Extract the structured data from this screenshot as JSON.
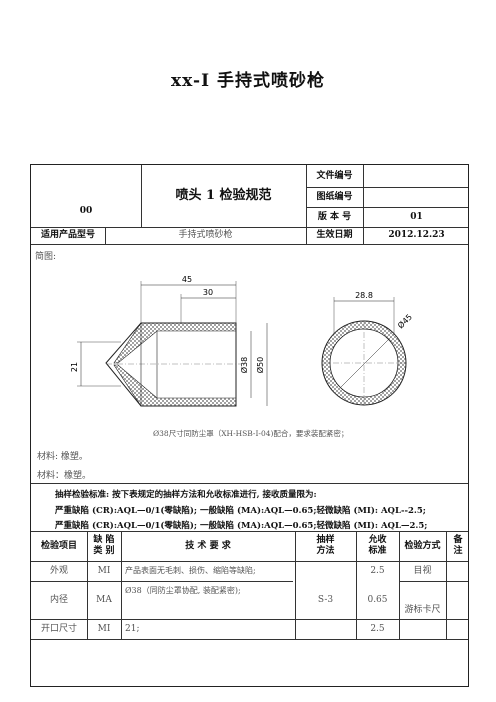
{
  "title": "xx-I 手持式喷砂枪",
  "header": {
    "code": "00",
    "doc_title": "喷头 1 检验规范",
    "labels": {
      "file_no": "文件编号",
      "drawing_no": "图纸编号",
      "version": "版 本 号",
      "effective_date": "生效日期",
      "product_model": "适用产品型号"
    },
    "values": {
      "file_no": "",
      "drawing_no": "",
      "version": "01",
      "effective_date": "2012.12.23",
      "product_model": "手持式喷砂枪"
    }
  },
  "drawing": {
    "label": "简图:",
    "dims": {
      "d45": "45",
      "d30": "30",
      "d21": "21",
      "d38": "Ø38",
      "d50": "Ø50",
      "d288": "28.8",
      "d45dia": "Ø45"
    },
    "caption": "Ø38尺寸同防尘罩（XH-HSB-I-04)配合，要求装配紧密；"
  },
  "materials": [
    "材料: 橡塑。",
    "材料：橡塑。"
  ],
  "sampling": {
    "lines": [
      "抽样检验标准: 按下表规定的抽样方法和允收标准进行, 接收质量限为:",
      "严重缺陷 (CR):AQL—0/1(零缺陷); 一般缺陷 (MA):AQL—0.65;轻微缺陷 (MI): AQL--2.5;",
      "严重缺陷 (CR):AQL—0/1(零缺陷); 一般缺陷 (MA):AQL—0.65;轻微缺陷 (MI): AQL—2.5;"
    ]
  },
  "table": {
    "headers": {
      "item": "检验项目",
      "defect": "缺 陷\n类 别",
      "requirement": "技 术 要 求",
      "method": "抽样\n方法",
      "accept": "允收\n标准",
      "inspect": "检验方式",
      "remark": "备\n注"
    },
    "rows": [
      {
        "item": "外观",
        "defect": "MI",
        "requirement": "产品表面无毛刺、损伤、缩陷等缺陷;",
        "accept": "2.5",
        "inspect": "目视"
      },
      {
        "item": "内径",
        "defect": "MA",
        "requirement": "Ø38（同防尘罩协配, 装配紧密);",
        "accept": "0.65",
        "inspect": "游标卡尺"
      },
      {
        "item": "开口尺寸",
        "defect": "MI",
        "requirement": "21;",
        "accept": "2.5",
        "inspect": ""
      }
    ],
    "method_value": "S-3"
  }
}
